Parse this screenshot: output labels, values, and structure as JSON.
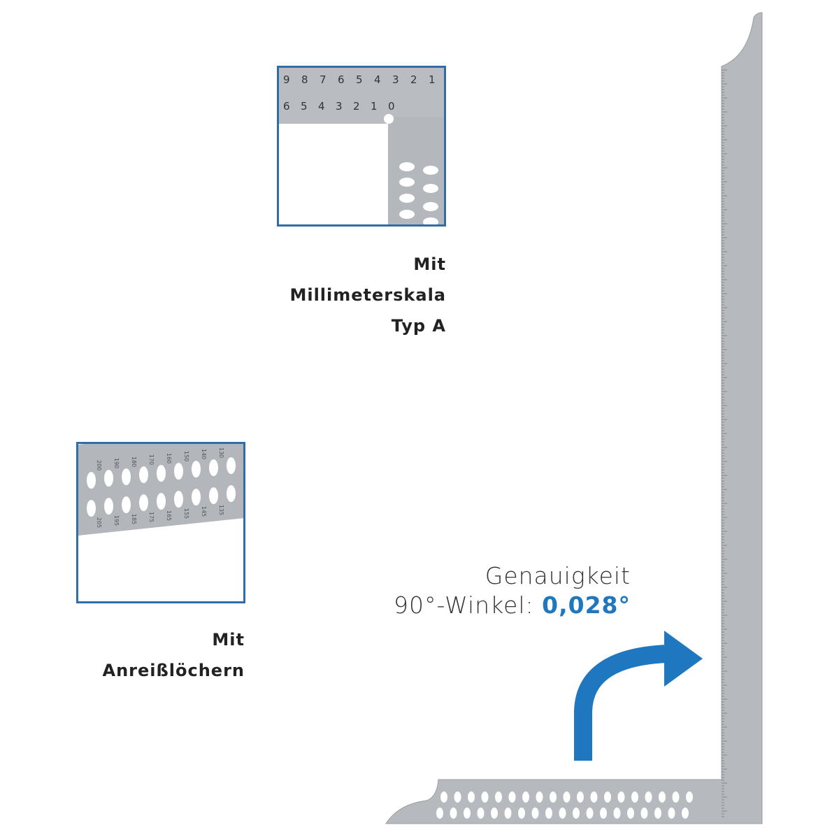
{
  "features": [
    {
      "caption_lines": [
        "Mit",
        "Millimeterskala",
        "Typ A"
      ]
    },
    {
      "caption_lines": [
        "Mit",
        "Anreißlöchern"
      ]
    }
  ],
  "accuracy": {
    "line1": "Genauigkeit",
    "line2_label": "90°-Winkel:",
    "line2_value": "0,028°"
  },
  "inset1_scale": {
    "top": [
      "9",
      "8",
      "7",
      "6",
      "5",
      "4",
      "3",
      "2",
      "1"
    ],
    "bottom": [
      "6",
      "5",
      "4",
      "3",
      "2",
      "1",
      "0"
    ]
  },
  "inset2_scale": {
    "top": [
      "200",
      "190",
      "180",
      "170",
      "160",
      "150",
      "140",
      "130"
    ],
    "bottom": [
      "205",
      "195",
      "185",
      "175",
      "165",
      "155",
      "145",
      "135"
    ]
  },
  "colors": {
    "accent": "#1f78bf",
    "border": "#2f6ea8",
    "metal": "#b8bcc1"
  }
}
